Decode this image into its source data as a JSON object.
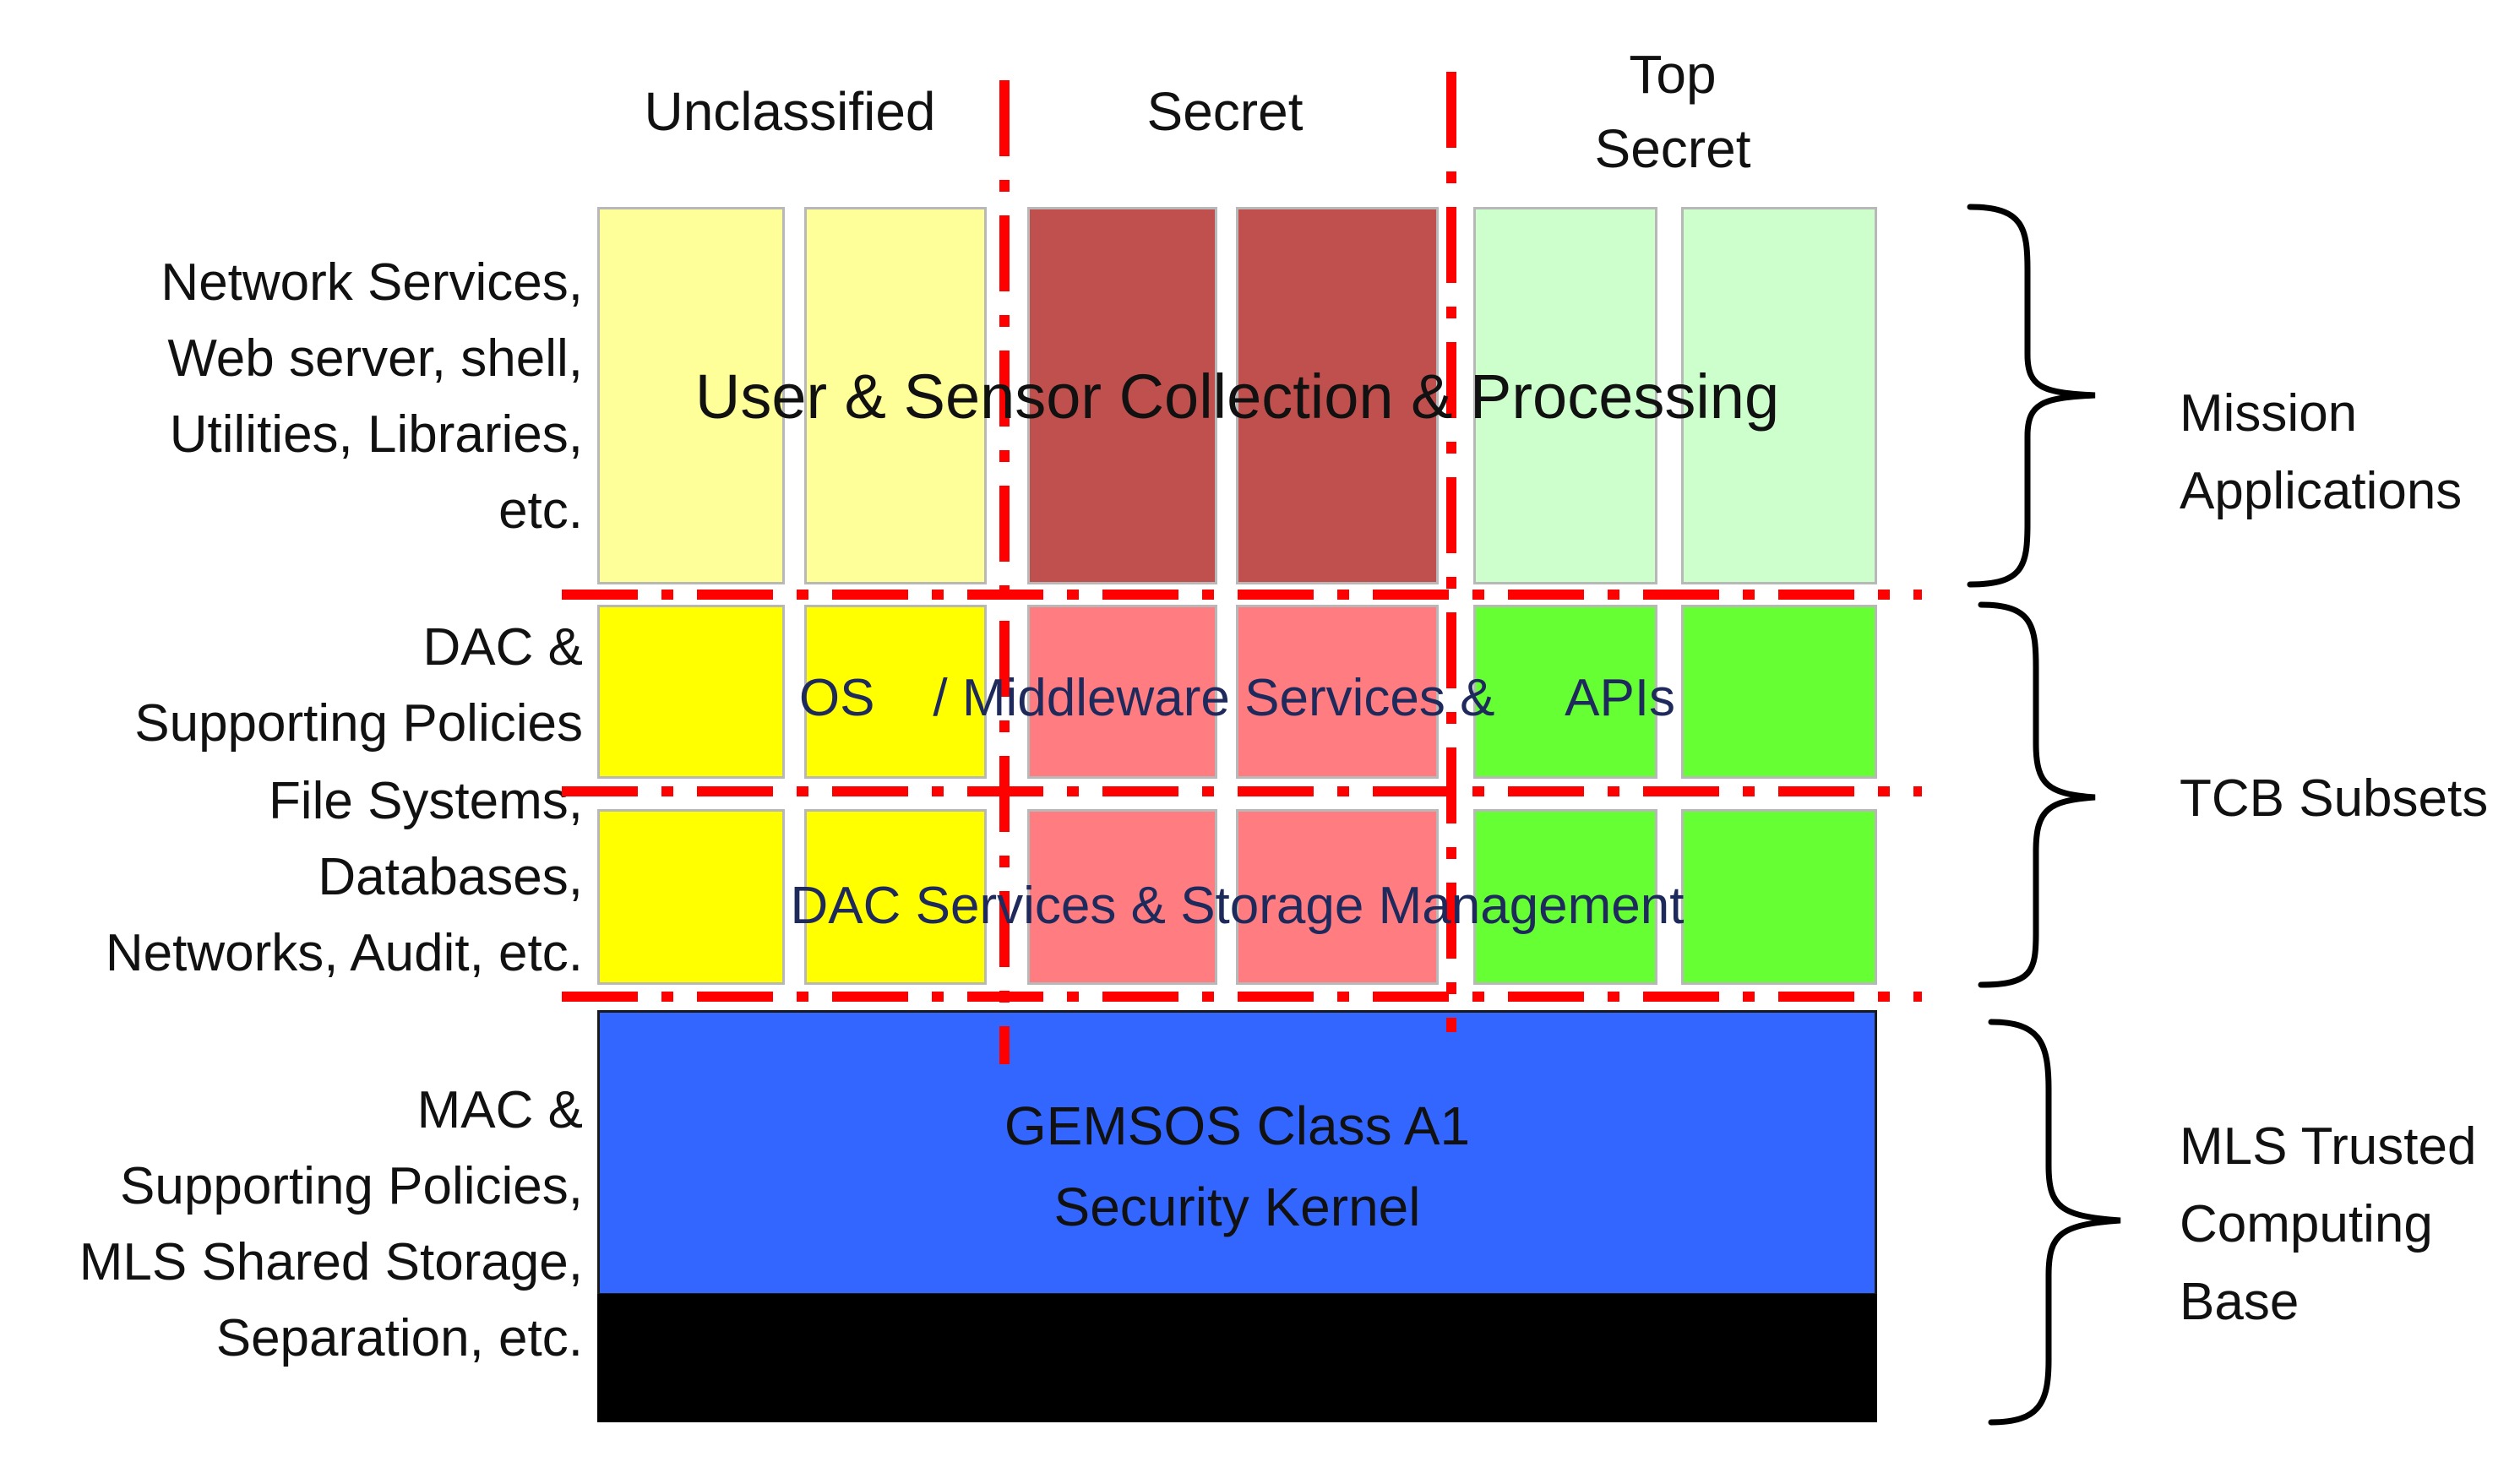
{
  "columns": {
    "unclassified": "Unclassified",
    "secret": "Secret",
    "top_secret": "Top\nSecret"
  },
  "row_labels": {
    "applications": "Network Services,\nWeb server,  shell,\nUtilities, Libraries,\netc.",
    "dac": "DAC &\nSupporting Policies",
    "file_systems": "File Systems,\nDatabases,\nNetworks, Audit, etc.",
    "mac": "MAC &\nSupporting Policies,\nMLS Shared Storage,\nSeparation, etc."
  },
  "layers": {
    "applications": "User & Sensor Collection & Processing",
    "middleware": "OS    / Middleware Services &     APIs",
    "dac_services": "DAC Services & Storage Management",
    "kernel": "GEMSOS Class A1\nSecurity Kernel"
  },
  "side_labels": {
    "mission": "Mission\nApplications",
    "tcb": "TCB Subsets",
    "mls": "MLS Trusted\nComputing\nBase"
  },
  "colors": {
    "unclassified_app": "#ffff99",
    "secret_app": "#c0504d",
    "top_secret_app": "#ccffcc",
    "unclassified_tcb": "#ffff00",
    "secret_tcb": "#ff7c80",
    "top_secret_tcb": "#66ff33",
    "kernel": "#3366ff",
    "kernel_base": "#000000",
    "divider": "#ff0000",
    "layer_text_dark": "#1f2a5c"
  }
}
